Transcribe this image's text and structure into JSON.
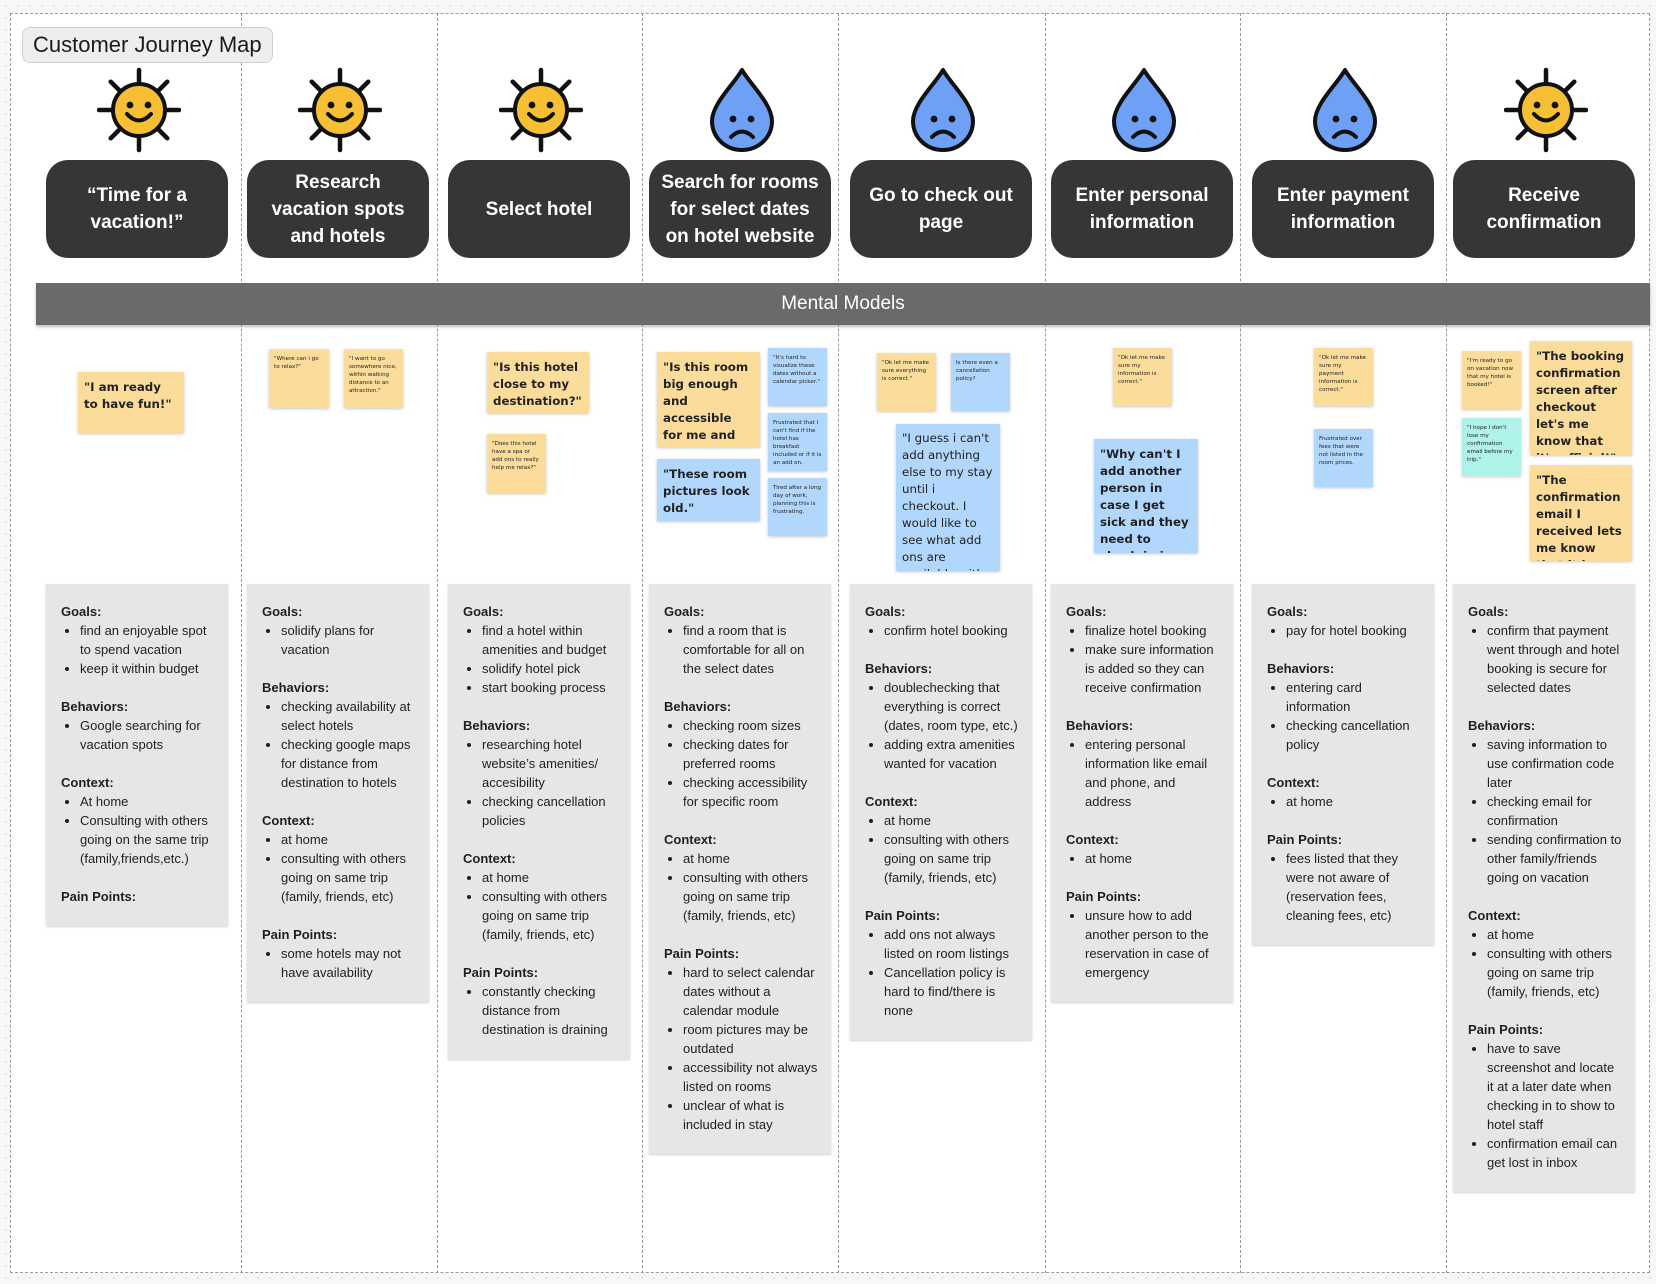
{
  "board": {
    "title": "Customer Journey Map",
    "band_label": "Mental Models",
    "section_labels": {
      "goals": "Goals:",
      "behaviors": "Behaviors:",
      "context": "Context:",
      "pain_points": "Pain Points:"
    }
  },
  "colors": {
    "stage_bg": "#363636",
    "band_bg": "#6a6a6a",
    "sun": "#f7c034",
    "drop": "#6ea0f5",
    "note_yellow": "#fbdc9a",
    "note_blue": "#b2d7fc",
    "note_teal": "#aef2ea",
    "card_bg": "#e6e6e6"
  },
  "columns": [
    {
      "icon": "sun-happy-icon",
      "stage": "“Time for a vacation!”",
      "notes": [
        {
          "text": "\"I am ready to have fun!\"",
          "color": "yellow",
          "size": "big"
        }
      ],
      "goals": [
        "find an enjoyable spot to spend vacation",
        "keep it within budget"
      ],
      "behaviors": [
        "Google searching for vacation spots"
      ],
      "context": [
        "At home",
        "Consulting with others going on the same trip (family,friends,etc.)"
      ],
      "pain_points": []
    },
    {
      "icon": "sun-happy-icon",
      "stage": "Research vacation spots and hotels",
      "notes": [
        {
          "text": "\"Where can i go to relax?\"",
          "color": "yellow",
          "size": "tiny"
        },
        {
          "text": "\"I want to go somewhere nice, within walking distance to an attraction.\"",
          "color": "yellow",
          "size": "tiny"
        }
      ],
      "goals": [
        "solidify plans for vacation"
      ],
      "behaviors": [
        "checking availability at select hotels",
        "checking google maps for distance from destination to hotels"
      ],
      "context": [
        "at home",
        "consulting with others going on same trip (family, friends, etc)"
      ],
      "pain_points": [
        "some hotels may not have availability"
      ]
    },
    {
      "icon": "sun-happy-icon",
      "stage": "Select hotel",
      "notes": [
        {
          "text": "\"Is this hotel close to my destination?\"",
          "color": "yellow",
          "size": "big"
        },
        {
          "text": "\"Does this hotel have a spa or add ons to really help me relax?\"",
          "color": "yellow",
          "size": "tiny"
        }
      ],
      "goals": [
        "find a hotel within amenities and budget",
        "solidify hotel pick",
        "start booking process"
      ],
      "behaviors": [
        "researching hotel website’s amenities/ accesibility",
        "checking cancellation policies"
      ],
      "context": [
        "at home",
        "consulting with others going on same trip (family, friends, etc)"
      ],
      "pain_points": [
        "constantly checking distance from destination is draining"
      ]
    },
    {
      "icon": "drop-sad-icon",
      "stage": "Search for rooms for select dates on hotel website",
      "notes": [
        {
          "text": "\"Is this room big enough and accessible for me and my family?\"",
          "color": "yellow",
          "size": "big"
        },
        {
          "text": "\"These room pictures look old.\"",
          "color": "blue",
          "size": "big"
        },
        {
          "text": "\"It's hard to visualize these dates without a calendar picker.\"",
          "color": "blue",
          "size": "tiny"
        },
        {
          "text": "Frustrated that I can't find if the hotel has breakfast included or if it is an add on.",
          "color": "blue",
          "size": "tiny"
        },
        {
          "text": "Tired after a long day of work, planning this is frustrating.",
          "color": "blue",
          "size": "tiny"
        }
      ],
      "goals": [
        "find a room that is comfortable for all on the select dates"
      ],
      "behaviors": [
        "checking room sizes",
        "checking dates for preferred rooms",
        "checking accessibility for specific room"
      ],
      "context": [
        "at home",
        "consulting with others going on same trip (family, friends, etc)"
      ],
      "pain_points": [
        "hard to select calendar dates without a calendar module",
        "room pictures may be outdated",
        "accessibility not always listed on rooms",
        "unclear of what is included in stay"
      ]
    },
    {
      "icon": "drop-sad-icon",
      "stage": "Go to check out page",
      "notes": [
        {
          "text": "\"Ok let me make sure everything is correct.\"",
          "color": "yellow",
          "size": "tiny"
        },
        {
          "text": "Is there even a cancellation policy?",
          "color": "blue",
          "size": "tiny"
        },
        {
          "text": "\"I guess i can't add anything else to my stay until i checkout. I would like to see what add ons are available with my room.\"",
          "color": "blue",
          "size": "medium"
        }
      ],
      "goals": [
        "confirm hotel booking"
      ],
      "behaviors": [
        "doublechecking that everything is correct (dates, room type, etc.)",
        "adding extra amenities wanted for vacation"
      ],
      "context": [
        "at home",
        "consulting with others going on same trip (family, friends, etc)"
      ],
      "pain_points": [
        "add ons not always listed on room listings",
        "Cancellation policy is hard to find/there is none"
      ]
    },
    {
      "icon": "drop-sad-icon",
      "stage": "Enter personal information",
      "notes": [
        {
          "text": "\"Ok let me make sure my information is correct.\"",
          "color": "yellow",
          "size": "tiny"
        },
        {
          "text": "\"Why can't I add another person in case I get sick and they need to check-in in my place?\"",
          "color": "blue",
          "size": "big"
        }
      ],
      "goals": [
        "finalize hotel booking",
        "make sure information is added so they can receive confirmation"
      ],
      "behaviors": [
        "entering personal information like email and phone, and address"
      ],
      "context": [
        "at home"
      ],
      "pain_points": [
        "unsure how to add another person to the reservation in case of emergency"
      ]
    },
    {
      "icon": "drop-sad-icon",
      "stage": "Enter payment information",
      "notes": [
        {
          "text": "\"Ok let me make sure my payment information is correct.\"",
          "color": "yellow",
          "size": "tiny"
        },
        {
          "text": "Frustrated over fees that were not listed in the room prices.",
          "color": "blue",
          "size": "tiny"
        }
      ],
      "goals": [
        "pay for hotel booking"
      ],
      "behaviors": [
        "entering card information",
        "checking cancellation policy"
      ],
      "context": [
        "at home"
      ],
      "pain_points": [
        "fees listed that they were not aware of (reservation fees, cleaning fees, etc)"
      ]
    },
    {
      "icon": "sun-happy-icon",
      "stage": "Receive confirmation",
      "notes": [
        {
          "text": "\"I'm ready to go on vacation now that my hotel is booked!\"",
          "color": "yellow",
          "size": "tiny"
        },
        {
          "text": "\"The booking confirmation screen after checkout let's me know that it's official!\"",
          "color": "yellow",
          "size": "big"
        },
        {
          "text": "\"I hope I don't lose my confirmation email before my trip.\"",
          "color": "teal",
          "size": "tiny"
        },
        {
          "text": "\"The confirmation email I received lets me know that it is final.\"",
          "color": "yellow",
          "size": "big"
        }
      ],
      "goals": [
        "confirm that payment went through and hotel booking is secure for selected dates"
      ],
      "behaviors": [
        "saving information to use confirmation code later",
        "checking email for confirmation",
        "sending confirmation to other family/friends going on vacation"
      ],
      "context": [
        "at home",
        "consulting with others going on same trip (family, friends, etc)"
      ],
      "pain_points": [
        "have to save screenshot and locate it at a later date when checking in to show to hotel staff",
        "confirmation email can get lost in inbox"
      ]
    }
  ]
}
